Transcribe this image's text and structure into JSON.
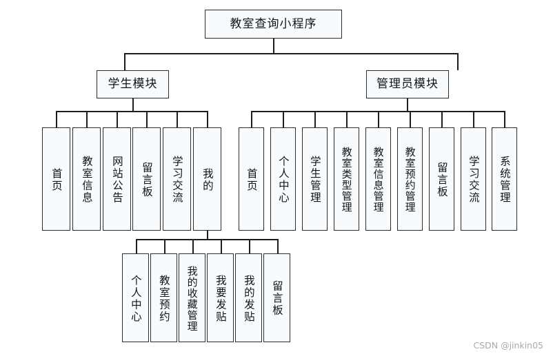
{
  "diagram": {
    "type": "tree-hierarchy",
    "title": "教室查询小程序",
    "root": {
      "label": "教室查询小程序"
    },
    "level2": [
      {
        "label": "学生模块"
      },
      {
        "label": "管理员模块"
      }
    ],
    "student_children": [
      {
        "label": "首页"
      },
      {
        "label": "教室信息"
      },
      {
        "label": "网站公告"
      },
      {
        "label": "留言板"
      },
      {
        "label": "学习交流"
      },
      {
        "label": "我的"
      }
    ],
    "admin_children": [
      {
        "label": "首页"
      },
      {
        "label": "个人中心"
      },
      {
        "label": "学生管理"
      },
      {
        "label": "教室类型管理"
      },
      {
        "label": "教室信息管理"
      },
      {
        "label": "教室预约管理"
      },
      {
        "label": "留言板"
      },
      {
        "label": "学习交流"
      },
      {
        "label": "系统管理"
      }
    ],
    "mine_children": [
      {
        "label": "个人中心"
      },
      {
        "label": "教室预约"
      },
      {
        "label": "我的收藏管理"
      },
      {
        "label": "我要发贴"
      },
      {
        "label": "我的发贴"
      },
      {
        "label": "留言板"
      }
    ]
  },
  "watermark": {
    "text": "CSDN @jinkin05"
  },
  "colors": {
    "box_fill": "#f8fbfe",
    "box_border": "#2b2b2b",
    "connector": "#1c1c1c",
    "text": "#13131a",
    "watermark": "#a9a9a9",
    "background": "#ffffff"
  }
}
